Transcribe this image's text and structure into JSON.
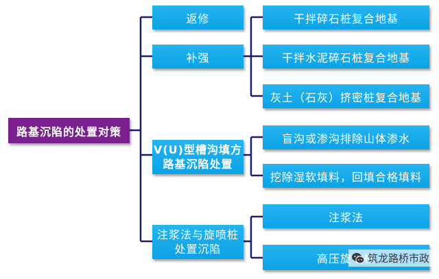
{
  "root": {
    "label": "路基沉陷的处置对策"
  },
  "branches": [
    {
      "label": "返修",
      "children": []
    },
    {
      "label": "补强",
      "children": [
        "干拌碎石桩复合地基",
        "干拌水泥碎石桩复合地基",
        "灰土（石灰）挤密桩复合地基"
      ]
    },
    {
      "label": "V(U)型槽沟填方\n路基沉陷处置",
      "children": [
        "盲沟或渗沟排除山体渗水",
        "挖除湿软填料，回填合格填料"
      ]
    },
    {
      "label": "注浆法与旋喷桩\n处置沉陷",
      "children": [
        "注浆法",
        "高压旋喷桩"
      ]
    }
  ],
  "watermark": {
    "text": "筑龙路桥市政",
    "icon": "wechat-logo-icon"
  },
  "colors": {
    "root_fill": "#7a1f8f",
    "box_fill": "#0aa3e6",
    "line": "#1a1a6e"
  }
}
